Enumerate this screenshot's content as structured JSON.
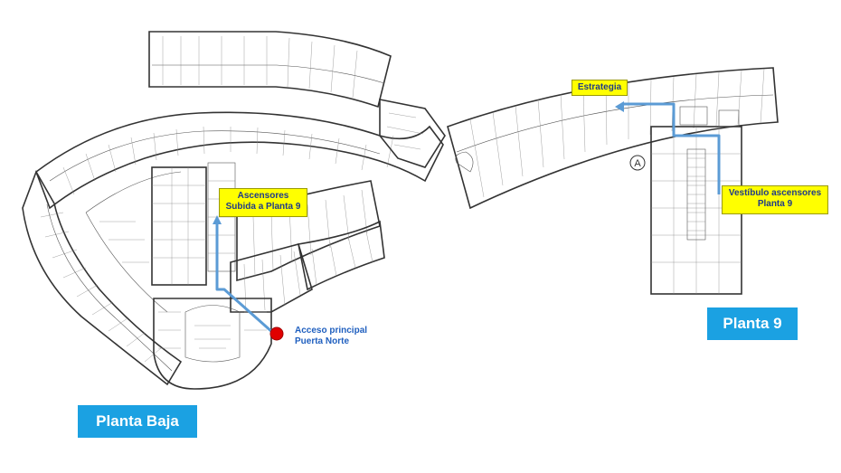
{
  "labels": {
    "ground_floor": "Planta Baja",
    "floor_9": "Planta 9",
    "elevators_ground": [
      "Ascensores",
      "Subida a Planta 9"
    ],
    "entrance": [
      "Acceso principal",
      "Puerta Norte"
    ],
    "strategy": "Estrategia",
    "lobby_9": [
      "Vestíbulo ascensores",
      "Planta 9"
    ],
    "grid_marker": "A"
  },
  "colors": {
    "route": "#5b9bd5",
    "entrance_marker": "#e00000",
    "callout_fill": "#ffff00",
    "callout_text": "#1f3a8a",
    "floor_plate": "#1ba1e2"
  }
}
